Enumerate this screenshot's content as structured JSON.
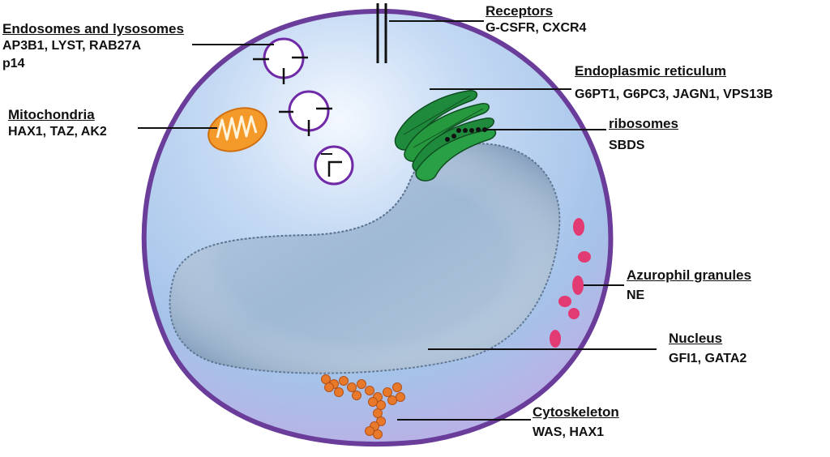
{
  "labels": {
    "receptors": {
      "title": "Receptors",
      "genes": "G-CSFR, CXCR4"
    },
    "endosomes": {
      "title": "Endosomes and lysosomes",
      "genes_line1": "AP3B1, LYST, RAB27A",
      "genes_line2": "p14"
    },
    "mitochondria": {
      "title": "Mitochondria",
      "genes": "HAX1, TAZ, AK2"
    },
    "er": {
      "title": "Endoplasmic reticulum",
      "genes": "G6PT1, G6PC3, JAGN1, VPS13B"
    },
    "ribosomes": {
      "title": "ribosomes",
      "genes": "SBDS"
    },
    "azurophil": {
      "title": "Azurophil granules",
      "genes": "NE"
    },
    "nucleus": {
      "title": "Nucleus",
      "genes": "GFI1, GATA2"
    },
    "cytoskeleton": {
      "title": "Cytoskeleton",
      "genes": "WAS, HAX1"
    }
  },
  "colors": {
    "membrane": "#6a3d9a",
    "cytoplasm": "#a9c8ec",
    "nucleus": "#9fb9d6",
    "er": "#1f8a3c",
    "mitochondria": "#f08a1c",
    "granules": "#e23a72",
    "cytoskeleton": "#e8782a",
    "vesicle": "#6f2aa8"
  }
}
